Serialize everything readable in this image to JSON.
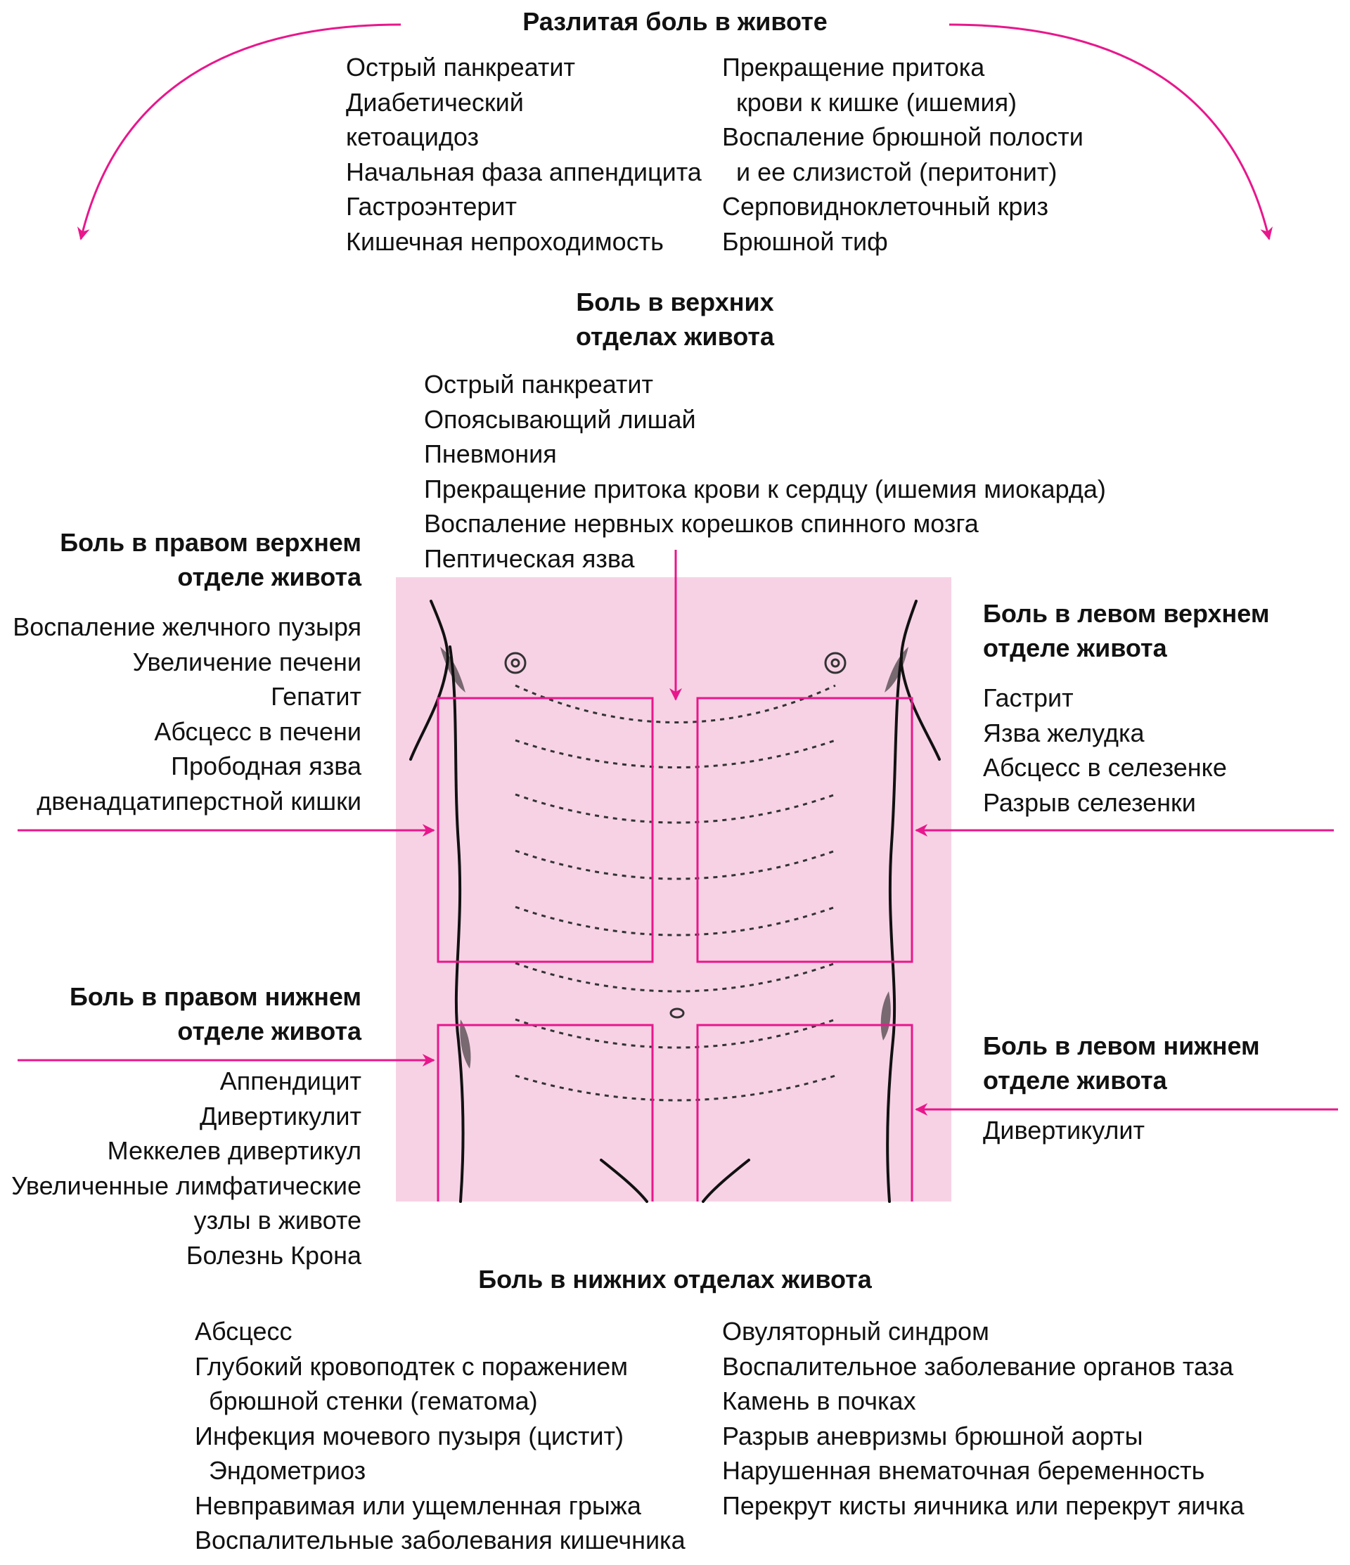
{
  "colors": {
    "accent": "#e8178c",
    "torso_fill": "#f7d2e5",
    "ink": "#111111"
  },
  "diffuse": {
    "title": "Разлитая боль в животе",
    "left": [
      "Острый панкреатит",
      "Диабетический",
      "кетоацидоз",
      "Начальная фаза аппендицита",
      "Гастроэнтерит",
      "Кишечная непроходимость"
    ],
    "right": [
      "Прекращение притока",
      "  крови к кишке (ишемия)",
      "Воспаление брюшной полости",
      "  и ее слизистой (перитонит)",
      "Серповидноклеточный криз",
      "Брюшной тиф"
    ]
  },
  "upper": {
    "title": [
      "Боль в верхних",
      "отделах живота"
    ],
    "items": [
      "Острый панкреатит",
      "Опоясывающий лишай",
      "Пневмония",
      "Прекращение притока крови к сердцу (ишемия миокарда)",
      "Воспаление нервных корешков спинного мозга",
      "Пептическая язва"
    ]
  },
  "right_upper": {
    "title": [
      "Боль в правом верхнем",
      "отделе живота"
    ],
    "items": [
      "Воспаление желчного пузыря",
      "Увеличение печени",
      "Гепатит",
      "Абсцесс в печени",
      "Прободная язва",
      "двенадцатиперстной кишки"
    ]
  },
  "left_upper": {
    "title": [
      "Боль в левом верхнем",
      "отделе живота"
    ],
    "items": [
      "Гастрит",
      "Язва желудка",
      "Абсцесс в селезенке",
      "Разрыв селезенки"
    ]
  },
  "right_lower": {
    "title": [
      "Боль в правом нижнем",
      "отделе живота"
    ],
    "items": [
      "Аппендицит",
      "Дивертикулит",
      "Меккелев дивертикул",
      "Увеличенные лимфатические",
      "узлы в животе",
      "Болезнь Крона"
    ]
  },
  "left_lower": {
    "title": [
      "Боль в левом нижнем",
      "отделе живота"
    ],
    "items": [
      "Дивертикулит"
    ]
  },
  "lower": {
    "title": "Боль в нижних отделах живота",
    "left": [
      "Абсцесс",
      "Глубокий кровоподтек с поражением",
      "  брюшной стенки (гематома)",
      "Инфекция мочевого пузыря (цистит)",
      "  Эндометриоз",
      "Невправимая или ущемленная грыжа",
      "Воспалительные заболевания кишечника"
    ],
    "right": [
      "Овуляторный синдром",
      "Воспалительное заболевание органов таза",
      "Камень в почках",
      "Разрыв аневризмы брюшной аорты",
      "Нарушенная внематочная беременность",
      "Перекрут кисты яичника или перекрут яичка"
    ]
  }
}
